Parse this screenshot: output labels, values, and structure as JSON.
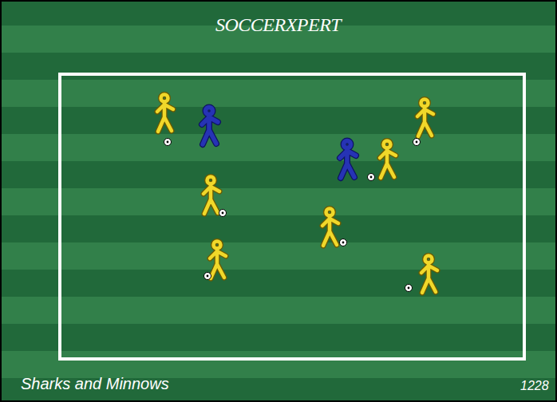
{
  "diagram": {
    "caption": "Sharks and Minnows",
    "labels": [
      "SOCCERXPERT",
      "1228"
    ]
  }
}
